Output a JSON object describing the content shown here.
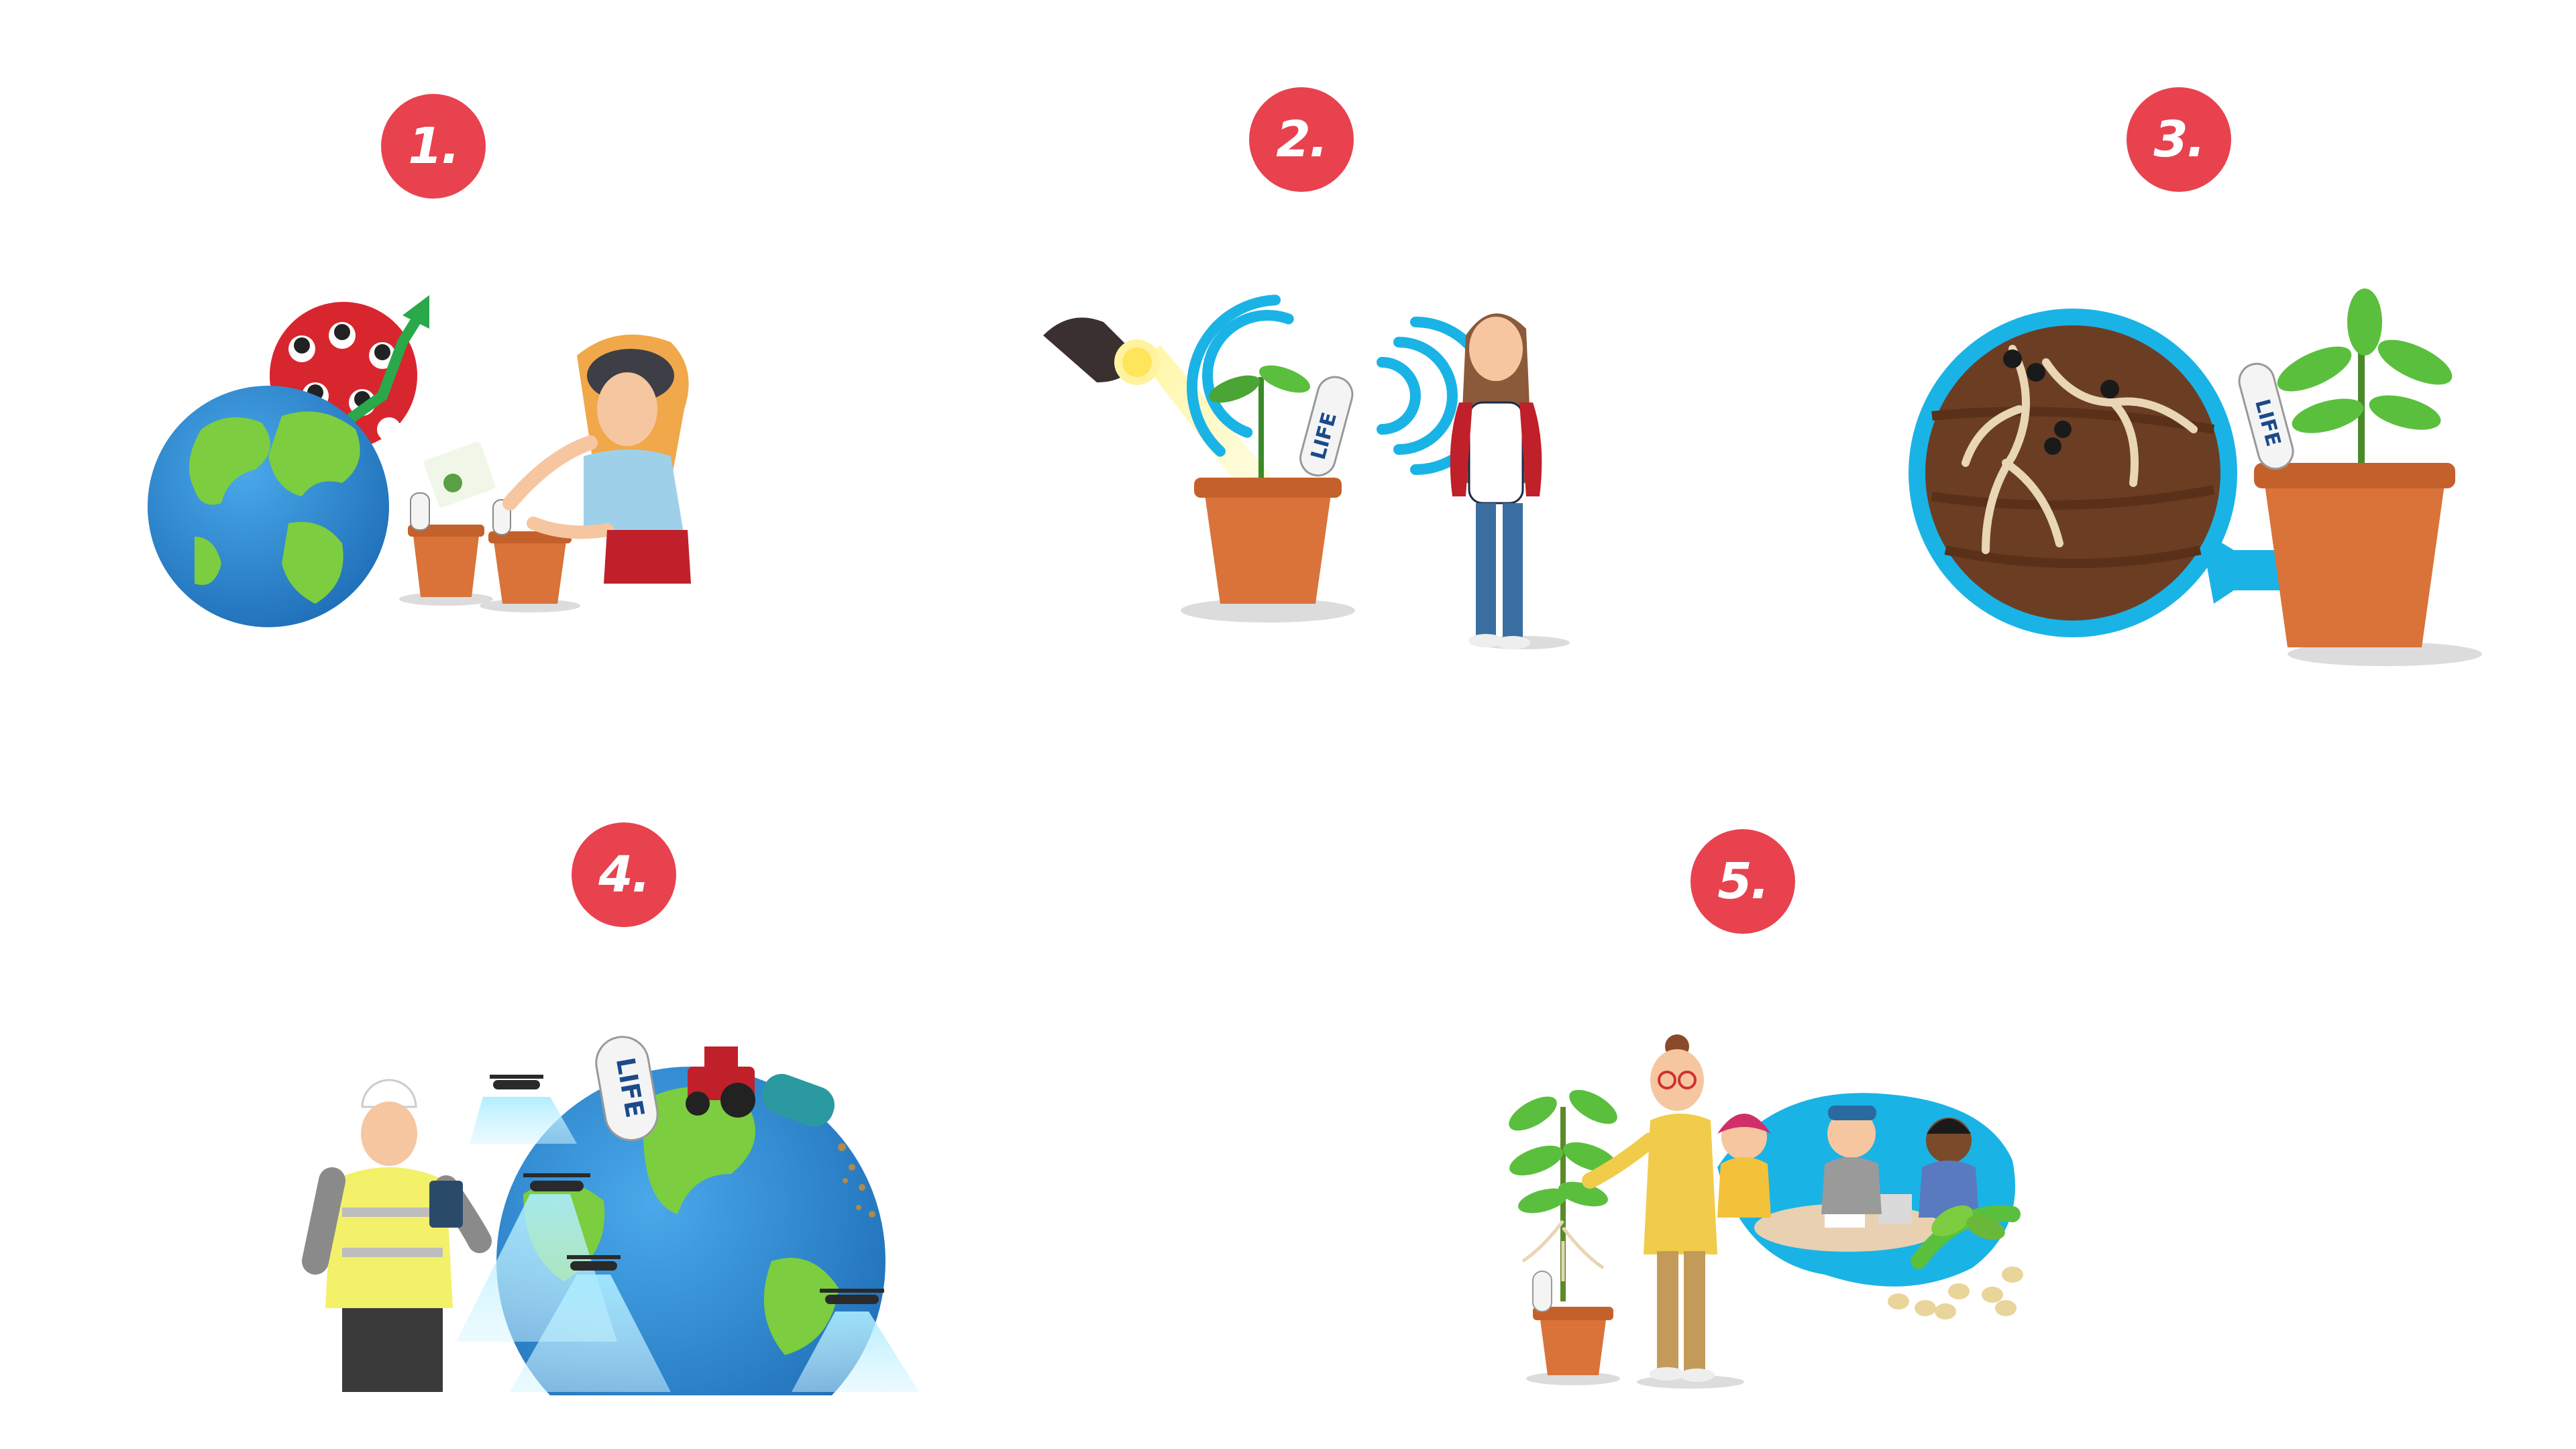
{
  "colors": {
    "badge": "#e8424f",
    "sensor_blue": "#1ab3e6",
    "pot": "#d9733a",
    "ocean": "#2d8fd5",
    "land": "#7ccd3f",
    "life_text": "#1a4a8a"
  },
  "steps": [
    {
      "number": "1.",
      "icon": "globe-planting-icon"
    },
    {
      "number": "2.",
      "icon": "plant-sensor-signal-icon"
    },
    {
      "number": "3.",
      "icon": "root-magnifier-icon"
    },
    {
      "number": "4.",
      "icon": "drones-farm-globe-icon"
    },
    {
      "number": "5.",
      "icon": "team-collaboration-icon"
    }
  ],
  "sensor_label": "LIFE"
}
